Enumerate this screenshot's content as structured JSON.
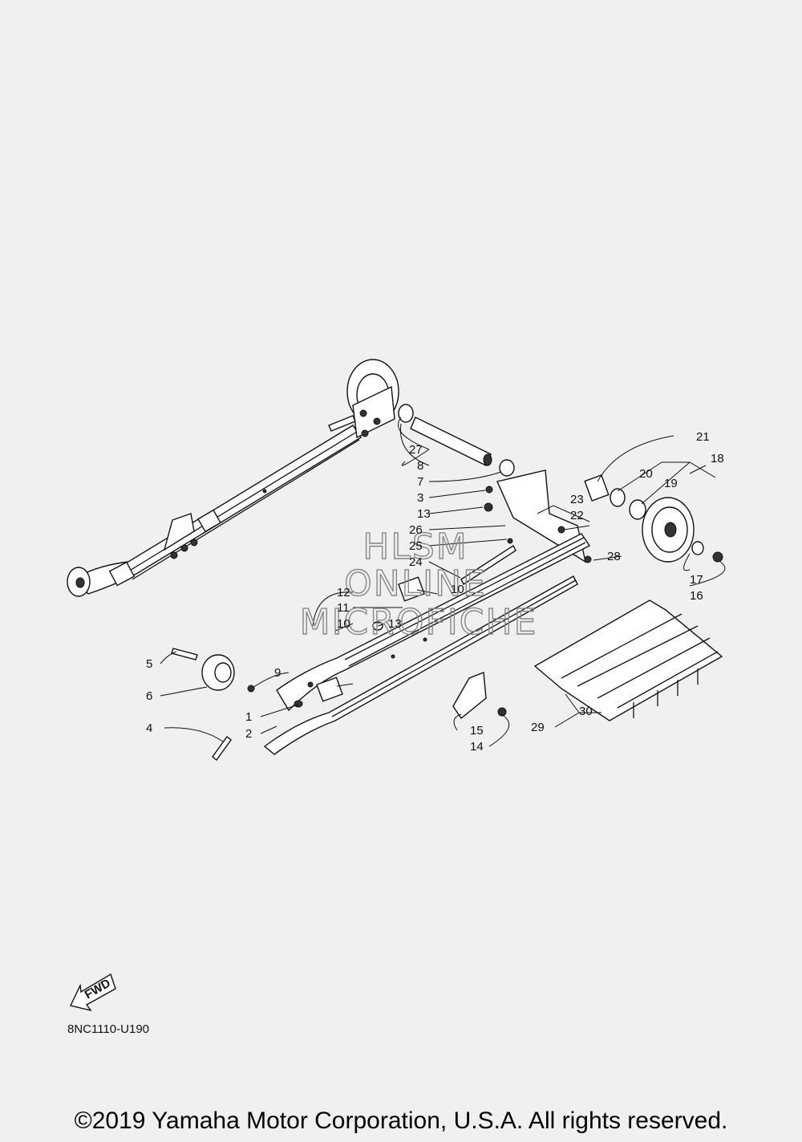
{
  "watermark": {
    "line1": "HLSM",
    "line2": "ONLINE",
    "line3": "MICROFICHE"
  },
  "callouts": [
    "1",
    "2",
    "3",
    "4",
    "5",
    "6",
    "7",
    "8",
    "9",
    "10",
    "10",
    "11",
    "12",
    "13",
    "13",
    "14",
    "15",
    "16",
    "17",
    "18",
    "19",
    "20",
    "21",
    "22",
    "23",
    "24",
    "25",
    "26",
    "27",
    "28",
    "29",
    "30"
  ],
  "fwd_label": "FWD",
  "drawing_code": "8NC1110-U190",
  "copyright": "©2019 Yamaha Motor Corporation, U.S.A. All rights reserved."
}
